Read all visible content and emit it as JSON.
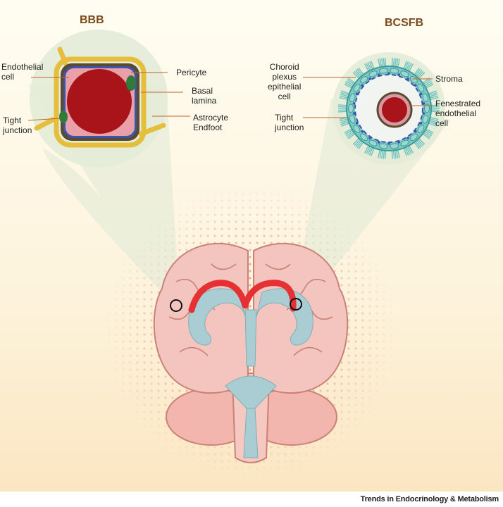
{
  "titles": {
    "bbb": "BBB",
    "bcsfb": "BCSFB"
  },
  "bbb_labels": {
    "endothelial": "Endothelial\ncell",
    "pericyte": "Pericyte",
    "basal": "Basal\nlamina",
    "tight": "Tight\njunction",
    "astrocyte": "Astrocyte\nEndfoot"
  },
  "bcsfb_labels": {
    "choroid": "Choroid\nplexus\nepithelial\ncell",
    "stroma": "Stroma",
    "tight": "Tight\njunction",
    "fenestrated": "Fenestrated\nendothelial\ncell"
  },
  "footer": "Trends in Endocrinology & Metabolism",
  "colors": {
    "blood": "#a8141a",
    "ventricle": "#a9cdd2",
    "brain": "#f2c4c0",
    "epithelium": "#7ccac5",
    "astrocyte": "#e5be3e",
    "pericyte": "#2f7a3c",
    "basal": "#3a55a8"
  }
}
